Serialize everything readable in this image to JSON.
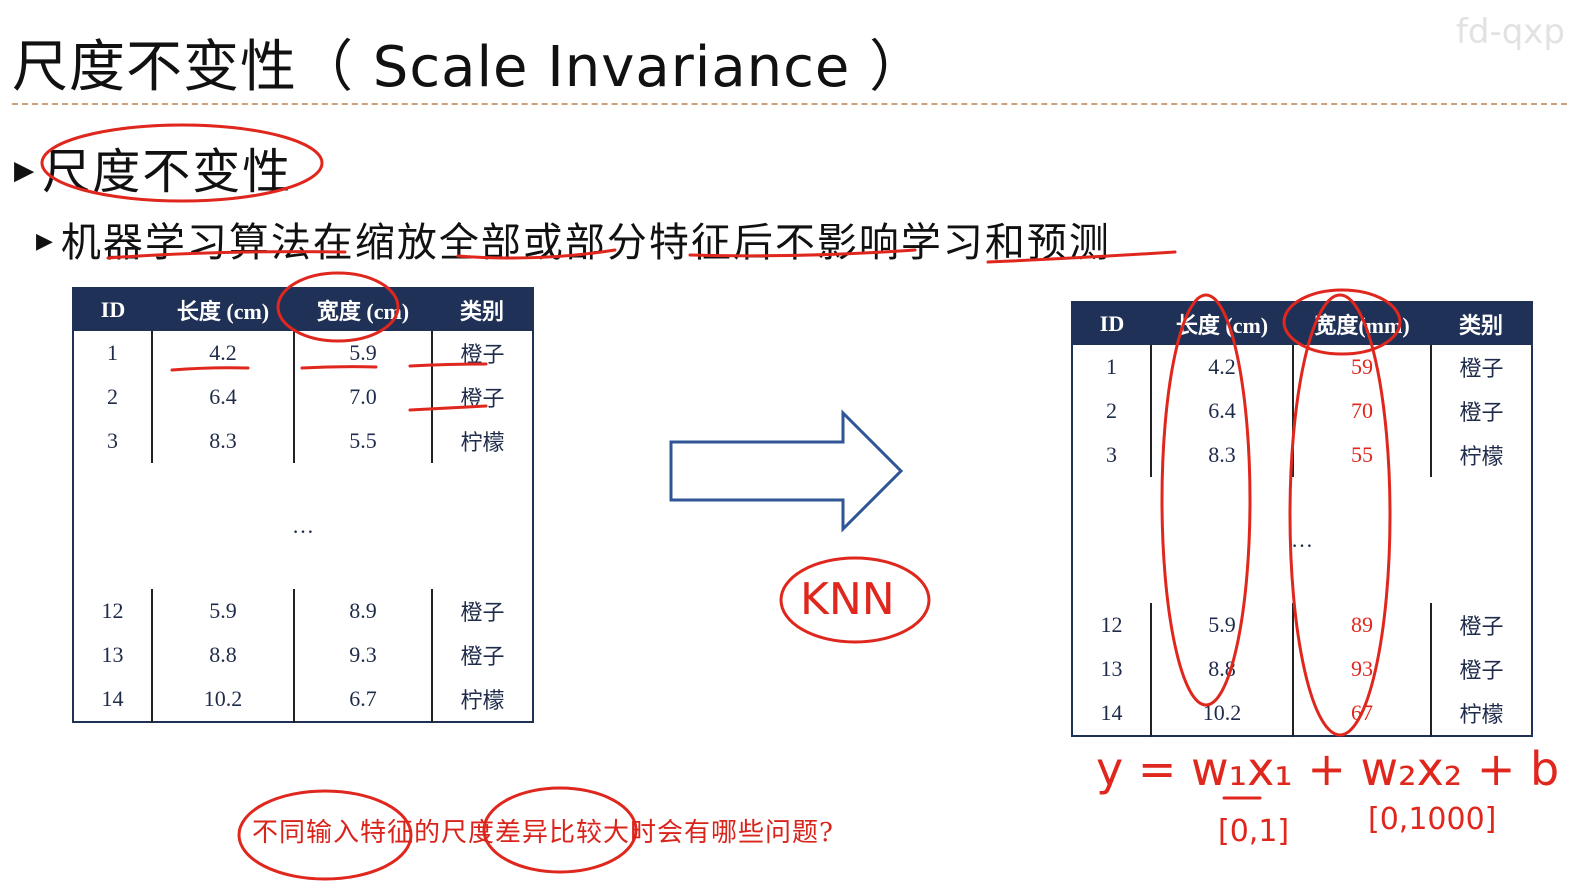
{
  "slide": {
    "title": "尺度不变性（ Scale Invariance ）",
    "watermark": "fd-qxp",
    "bullet_level1": "尺度不变性",
    "bullet_level2": "机器学习算法在缩放全部或部分特征后不影响学习和预测",
    "question": "不同输入特征的尺度差异比较大时会有哪些问题?"
  },
  "left_table": {
    "headers": [
      "ID",
      "长度 (cm)",
      "宽度 (cm)",
      "类别"
    ],
    "rows_top": [
      [
        "1",
        "4.2",
        "5.9",
        "橙子"
      ],
      [
        "2",
        "6.4",
        "7.0",
        "橙子"
      ],
      [
        "3",
        "8.3",
        "5.5",
        "柠檬"
      ]
    ],
    "ellipsis": "…",
    "rows_bottom": [
      [
        "12",
        "5.9",
        "8.9",
        "橙子"
      ],
      [
        "13",
        "8.8",
        "9.3",
        "橙子"
      ],
      [
        "14",
        "10.2",
        "6.7",
        "柠檬"
      ]
    ]
  },
  "right_table": {
    "headers": [
      "ID",
      "长度 (cm)",
      "宽度(mm)",
      "类别"
    ],
    "rows_top": [
      [
        "1",
        "4.2",
        "59",
        "橙子"
      ],
      [
        "2",
        "6.4",
        "70",
        "橙子"
      ],
      [
        "3",
        "8.3",
        "55",
        "柠檬"
      ]
    ],
    "ellipsis": "…",
    "rows_bottom": [
      [
        "12",
        "5.9",
        "89",
        "橙子"
      ],
      [
        "13",
        "8.8",
        "93",
        "橙子"
      ],
      [
        "14",
        "10.2",
        "67",
        "柠檬"
      ]
    ]
  },
  "annotations": {
    "knn_label": "KNN",
    "formula": "y = w₁x₁ + w₂x₂ + b",
    "range_x1": "[0,1]",
    "range_x2": "[0,1000]",
    "ink_color": "#e0271d"
  }
}
